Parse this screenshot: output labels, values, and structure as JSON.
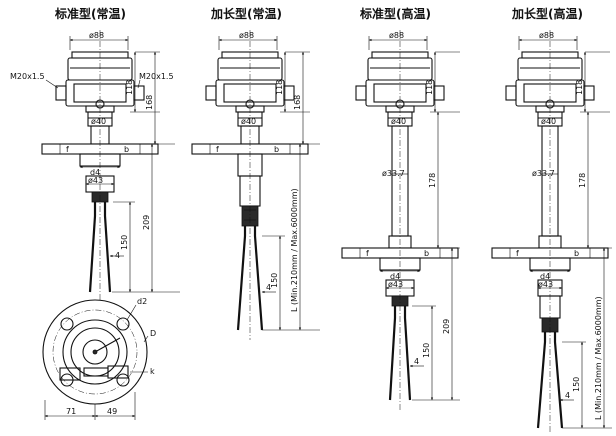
{
  "titles": {
    "std_normal": "标准型(常温)",
    "ext_normal": "加长型(常温)",
    "std_high": "标准型(高温)",
    "ext_high": "加长型(高温)"
  },
  "dims": {
    "width_88": "ø88",
    "d40": "ø40",
    "d4": "d4",
    "d43": "ø43",
    "d337": "ø33.7",
    "h118": "118",
    "h168": "168",
    "h209": "209",
    "h150": "150",
    "h178": "178",
    "prong4": "4",
    "flange_f": "f",
    "flange_b": "b",
    "length_L": "L (Min.210mm / Max.6000mm)",
    "m20_left": "M20x1.5",
    "m20_right": "M20x1.5"
  },
  "plan": {
    "d2": "d2",
    "D": "D",
    "k": "k",
    "w71": "71",
    "w49": "49"
  }
}
